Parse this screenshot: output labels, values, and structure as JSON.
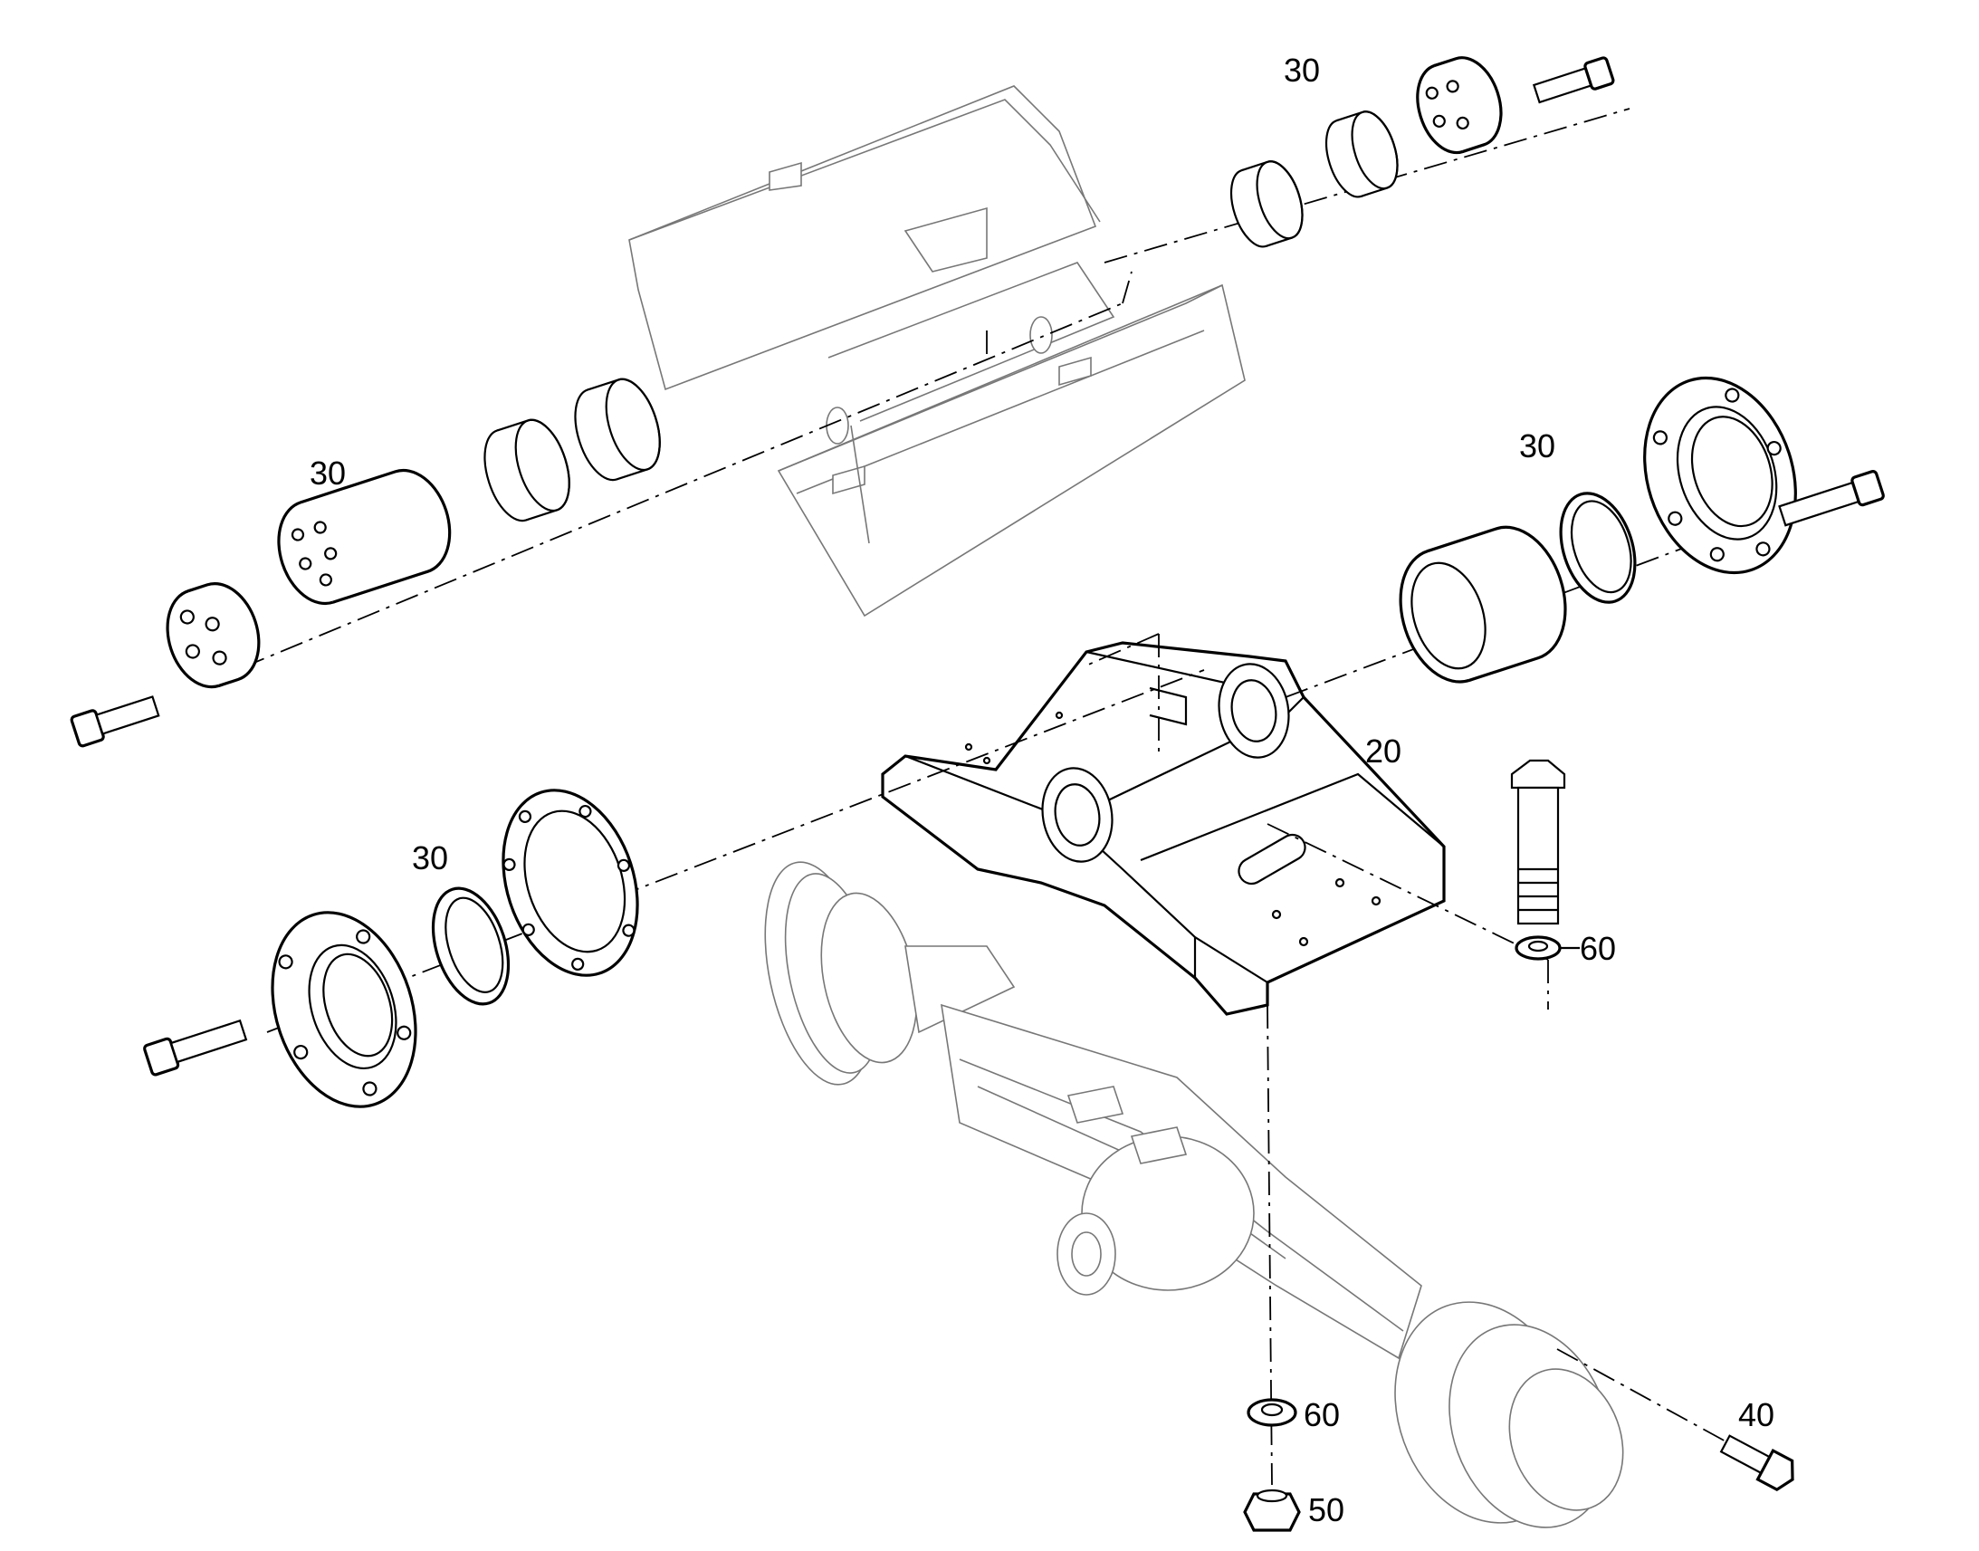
{
  "callouts": {
    "c30_top": "30",
    "c30_left": "30",
    "c30_right": "30",
    "c30_bottom_left": "30",
    "c20": "20",
    "c60_right": "60",
    "c60_bottom": "60",
    "c50": "50",
    "c40": "40"
  },
  "colors": {
    "line": "#000000",
    "ghost": "#777777",
    "background": "#ffffff"
  }
}
